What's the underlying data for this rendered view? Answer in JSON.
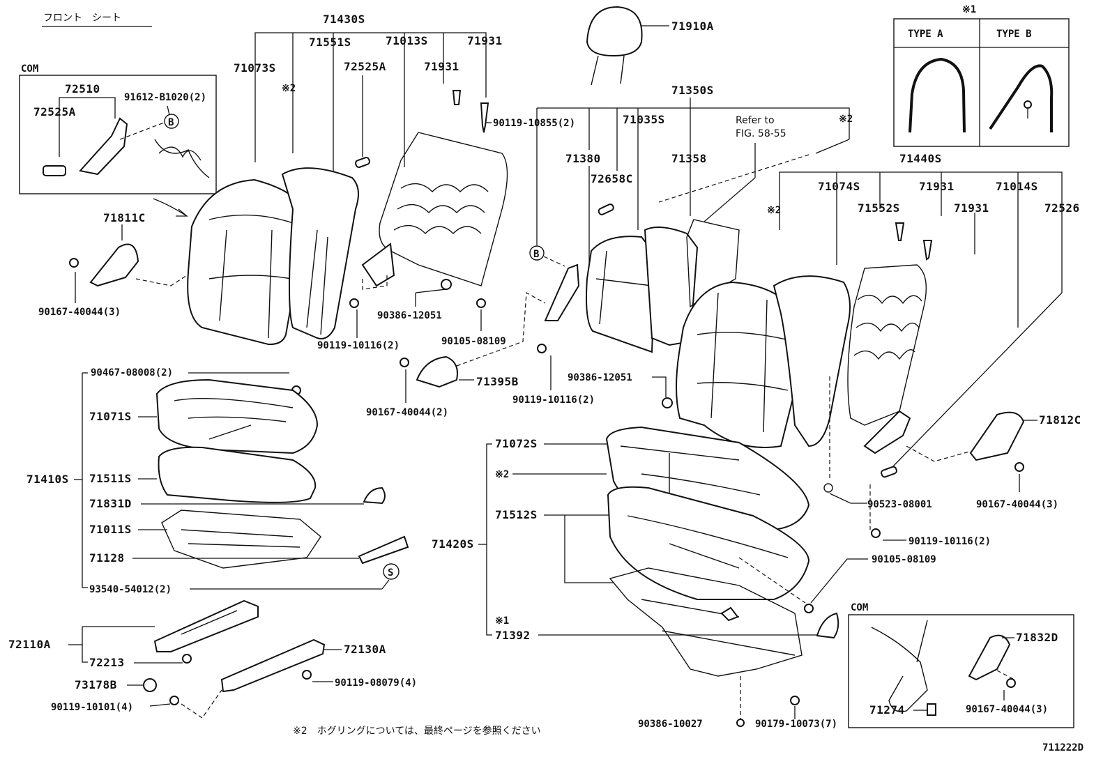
{
  "title": "フロント　シート",
  "figure_code": "711222D",
  "footnote": "※2　ホグリングについては、最終ページを参照ください",
  "com_left": {
    "label": "COM",
    "parts": {
      "p72510": "72510",
      "p72525A": "72525A",
      "p91612": "91612-B1020(2)"
    },
    "marker": "B"
  },
  "type_box": {
    "mark": "※1",
    "type_a": "TYPE A",
    "type_b": "TYPE B"
  },
  "com_right": {
    "label": "COM",
    "parts": {
      "p71832D": "71832D",
      "p71274": "71274",
      "p90167": "90167-40044(3)"
    }
  },
  "refer": {
    "line1": "Refer to",
    "line2": "FIG. 58-55"
  },
  "marks": {
    "m2": "※2",
    "m1": "※1",
    "B": "B",
    "S": "S"
  },
  "parts": {
    "p71430S": "71430S",
    "p71551S": "71551S",
    "p71013S": "71013S",
    "p71931a": "71931",
    "p71073S": "71073S",
    "p72525A": "72525A",
    "p71931b": "71931",
    "p90119_10855": "90119-10855(2)",
    "p71910A": "71910A",
    "p71350S": "71350S",
    "p71035S": "71035S",
    "p71380": "71380",
    "p72658C": "72658C",
    "p71358": "71358",
    "p71440S": "71440S",
    "p71074S": "71074S",
    "p71931c": "71931",
    "p71014S": "71014S",
    "p71552S": "71552S",
    "p71931d": "71931",
    "p72526": "72526",
    "p71811C": "71811C",
    "p90167_left": "90167-40044(3)",
    "p90386_12051a": "90386-12051",
    "p90119_10116a": "90119-10116(2)",
    "p90105_08109a": "90105-08109",
    "p90467": "90467-08008(2)",
    "p71071S": "71071S",
    "p71410S": "71410S",
    "p71511S": "71511S",
    "p71831D": "71831D",
    "p71011S": "71011S",
    "p71128": "71128",
    "p93540": "93540-54012(2)",
    "p71395B": "71395B",
    "p90167_mid": "90167-40044(2)",
    "p90119_10116b": "90119-10116(2)",
    "p90386_12051b": "90386-12051",
    "p71812C": "71812C",
    "p71072S": "71072S",
    "p71512S": "71512S",
    "p71420S": "71420S",
    "p90523": "90523-08001",
    "p90167_right": "90167-40044(3)",
    "p90119_10116c": "90119-10116(2)",
    "p90105_08109b": "90105-08109",
    "p71392": "71392",
    "p72110A": "72110A",
    "p72213": "72213",
    "p72130A": "72130A",
    "p73178B": "73178B",
    "p90119_08079": "90119-08079(4)",
    "p90119_10101": "90119-10101(4)",
    "p90386_10027": "90386-10027",
    "p90179": "90179-10073(7)"
  }
}
